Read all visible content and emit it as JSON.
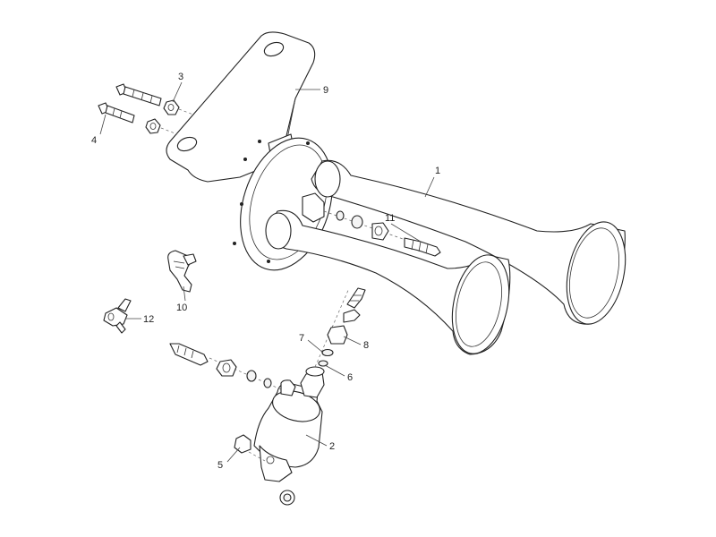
{
  "callouts": {
    "c1": "1",
    "c2": "2",
    "c3": "3",
    "c4": "4",
    "c5": "5",
    "c6": "6",
    "c7": "7",
    "c8": "8",
    "c9": "9",
    "c10": "10",
    "c11": "11",
    "c12": "12"
  },
  "colors": {
    "line": "#222222",
    "background": "#ffffff"
  }
}
